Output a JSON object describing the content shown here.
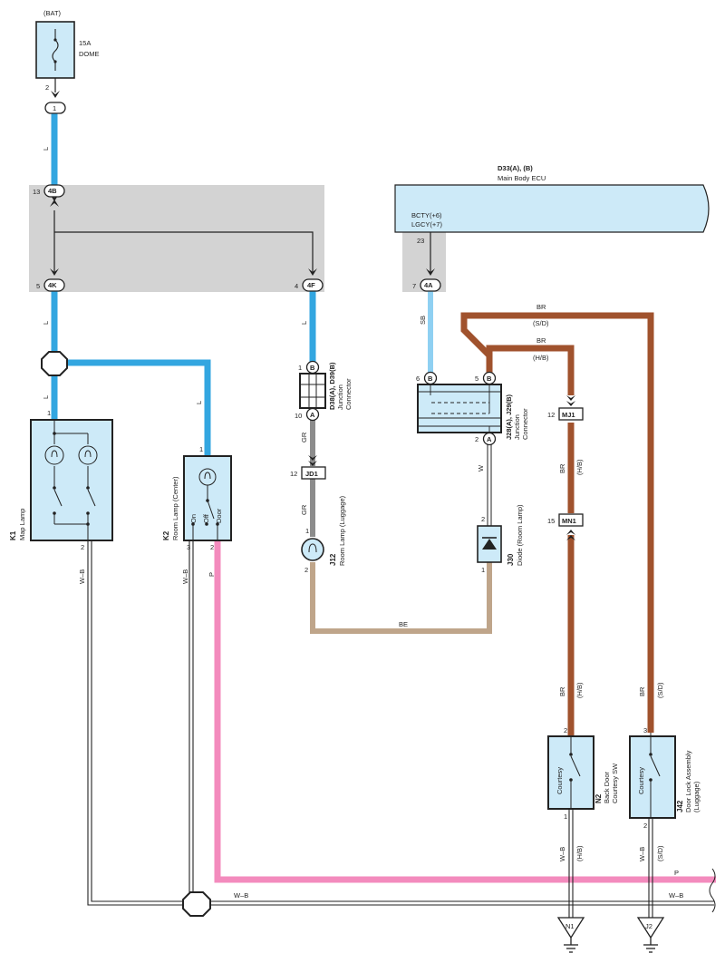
{
  "source": {
    "bat": "(BAT)",
    "fuse_rating": "15A",
    "fuse_name": "DOME"
  },
  "pins": {
    "fuse_out": "2",
    "fuse_conn": "1",
    "jb_in": "13",
    "jb_out1": "5",
    "jb_out2": "4",
    "ecu_pin": "23",
    "ecu_conn_pin": "7",
    "k1_in": "1",
    "k1_out": "2",
    "k2_in": "1",
    "k2_on": "3",
    "k2_door": "2",
    "d38_in": "1",
    "d38_out": "10",
    "jd1": "12",
    "j12_in": "1",
    "j12_out": "2",
    "j28_b_left": "6",
    "j28_b_right": "5",
    "j28_out": "2",
    "j30_in": "2",
    "j30_out": "1",
    "mj1": "12",
    "mn1": "15",
    "n2_in": "2",
    "n2_out": "1",
    "j42_in": "3",
    "j42_out": "2"
  },
  "connectors": {
    "fuse_conn": "1",
    "jb_4b": "4B",
    "jb_4k": "4K",
    "jb_4f": "4F",
    "ecu_4a": "4A",
    "d38_b": "B",
    "d38_a": "A",
    "j28_b1": "B",
    "j28_b2": "B",
    "j28_a": "A",
    "jd1": "JD1",
    "mj1": "MJ1",
    "mn1": "MN1"
  },
  "ecu": {
    "code": "D33(A), (B)",
    "name": "Main Body ECU",
    "term1": "BCTY(+6)",
    "term2": "LGCY(+7)"
  },
  "wires": {
    "l1": "L",
    "l2": "L",
    "l3": "L",
    "l4": "L",
    "l5": "L",
    "sb": "SB",
    "gr1": "GR",
    "gr2": "GR",
    "w": "W",
    "be": "BE",
    "br_top1": "BR",
    "sd_top": "(S/D)",
    "br_top2": "BR",
    "hb_top": "(H/B)",
    "br_mid": "BR",
    "hb_mid": "(H/B)",
    "br_n2": "BR",
    "hb_n2": "(H/B)",
    "br_j42": "BR",
    "sd_j42": "(S/D)",
    "wb_k1": "W–B",
    "wb_k2": "W–B",
    "p_k2": "P",
    "wb_n2": "W–B",
    "hb_bot": "(H/B)",
    "wb_j42": "W–B",
    "sd_bot": "(S/D)",
    "wb_bottom": "W–B",
    "p_right": "P",
    "wb_right": "W–B"
  },
  "components": {
    "k1": {
      "code": "K1",
      "name": "Map Lamp"
    },
    "k2": {
      "code": "K2",
      "name": "Room Lamp (Center)",
      "on": "On",
      "off": "Off",
      "door": "Door"
    },
    "d38": {
      "code": "D38(A), D39(B)",
      "name1": "Junction",
      "name2": "Connector"
    },
    "j12": {
      "code": "J12",
      "name": "Room Lamp (Luggage)"
    },
    "j28": {
      "code": "J28(A), J29(B)",
      "name1": "Junction",
      "name2": "Connector"
    },
    "j30": {
      "code": "J30",
      "name": "Diode (Room Lamp)"
    },
    "n2": {
      "code": "N2",
      "name1": "Back Door",
      "name2": "Courtesy SW",
      "label": "Courtesy"
    },
    "j42": {
      "code": "J42",
      "name1": "Door Lock Assembly",
      "name2": "(Luggage)",
      "label": "Courtesy"
    }
  },
  "grounds": {
    "n1": "N1",
    "j2": "J2"
  },
  "colors": {
    "blue": "#33a6e0",
    "lightblue": "#8fd0f2",
    "brown": "#a0522d",
    "pink": "#f38bbd",
    "gray": "#8c8c8c",
    "tan": "#bfa58a",
    "component_fill": "#cdeaf8",
    "junction_block": "#d3d3d3"
  }
}
